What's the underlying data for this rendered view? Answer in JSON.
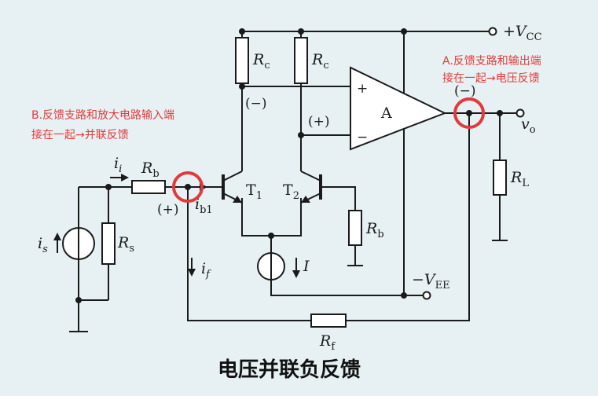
{
  "title": "电压并联负反馈",
  "annotations": {
    "a_line1": "A.反馈支路和输出端",
    "a_line2": "接在一起→电压反馈",
    "b_line1": "B.反馈支路和放大电路输入端",
    "b_line2": "接在一起→并联反馈"
  },
  "labels": {
    "vcc_main": "+V",
    "vcc_sub": "CC",
    "vee_main": "−V",
    "vee_sub": "EE",
    "rc1_main": "R",
    "rc1_sub": "c",
    "rc2_main": "R",
    "rc2_sub": "c",
    "rb_in_main": "R",
    "rb_in_sub": "b",
    "rb_right_main": "R",
    "rb_right_sub": "b",
    "rs_main": "R",
    "rs_sub": "s",
    "rl_main": "R",
    "rl_sub": "L",
    "rf_main": "R",
    "rf_sub": "f",
    "t1_main": "T",
    "t1_sub": "1",
    "t2_main": "T",
    "t2_sub": "2",
    "amp": "A",
    "ii_main": "i",
    "ii_sub": "i",
    "is_main": "i",
    "is_sub": "s",
    "ib1_main": "i",
    "ib1_sub": "b1",
    "if_main": "i",
    "if_sub": "f",
    "current_source": "I",
    "vo_main": "v",
    "vo_sub": "o",
    "amp_plus": "+",
    "amp_minus": "−",
    "sign_t1_collector": "(−)",
    "sign_t2_collector": "(+)",
    "sign_output": "(−)",
    "sign_input": "(+)"
  },
  "colors": {
    "highlight": "#e23a3a",
    "wire": "#1a1a1a",
    "background": "#e7f1f3"
  }
}
